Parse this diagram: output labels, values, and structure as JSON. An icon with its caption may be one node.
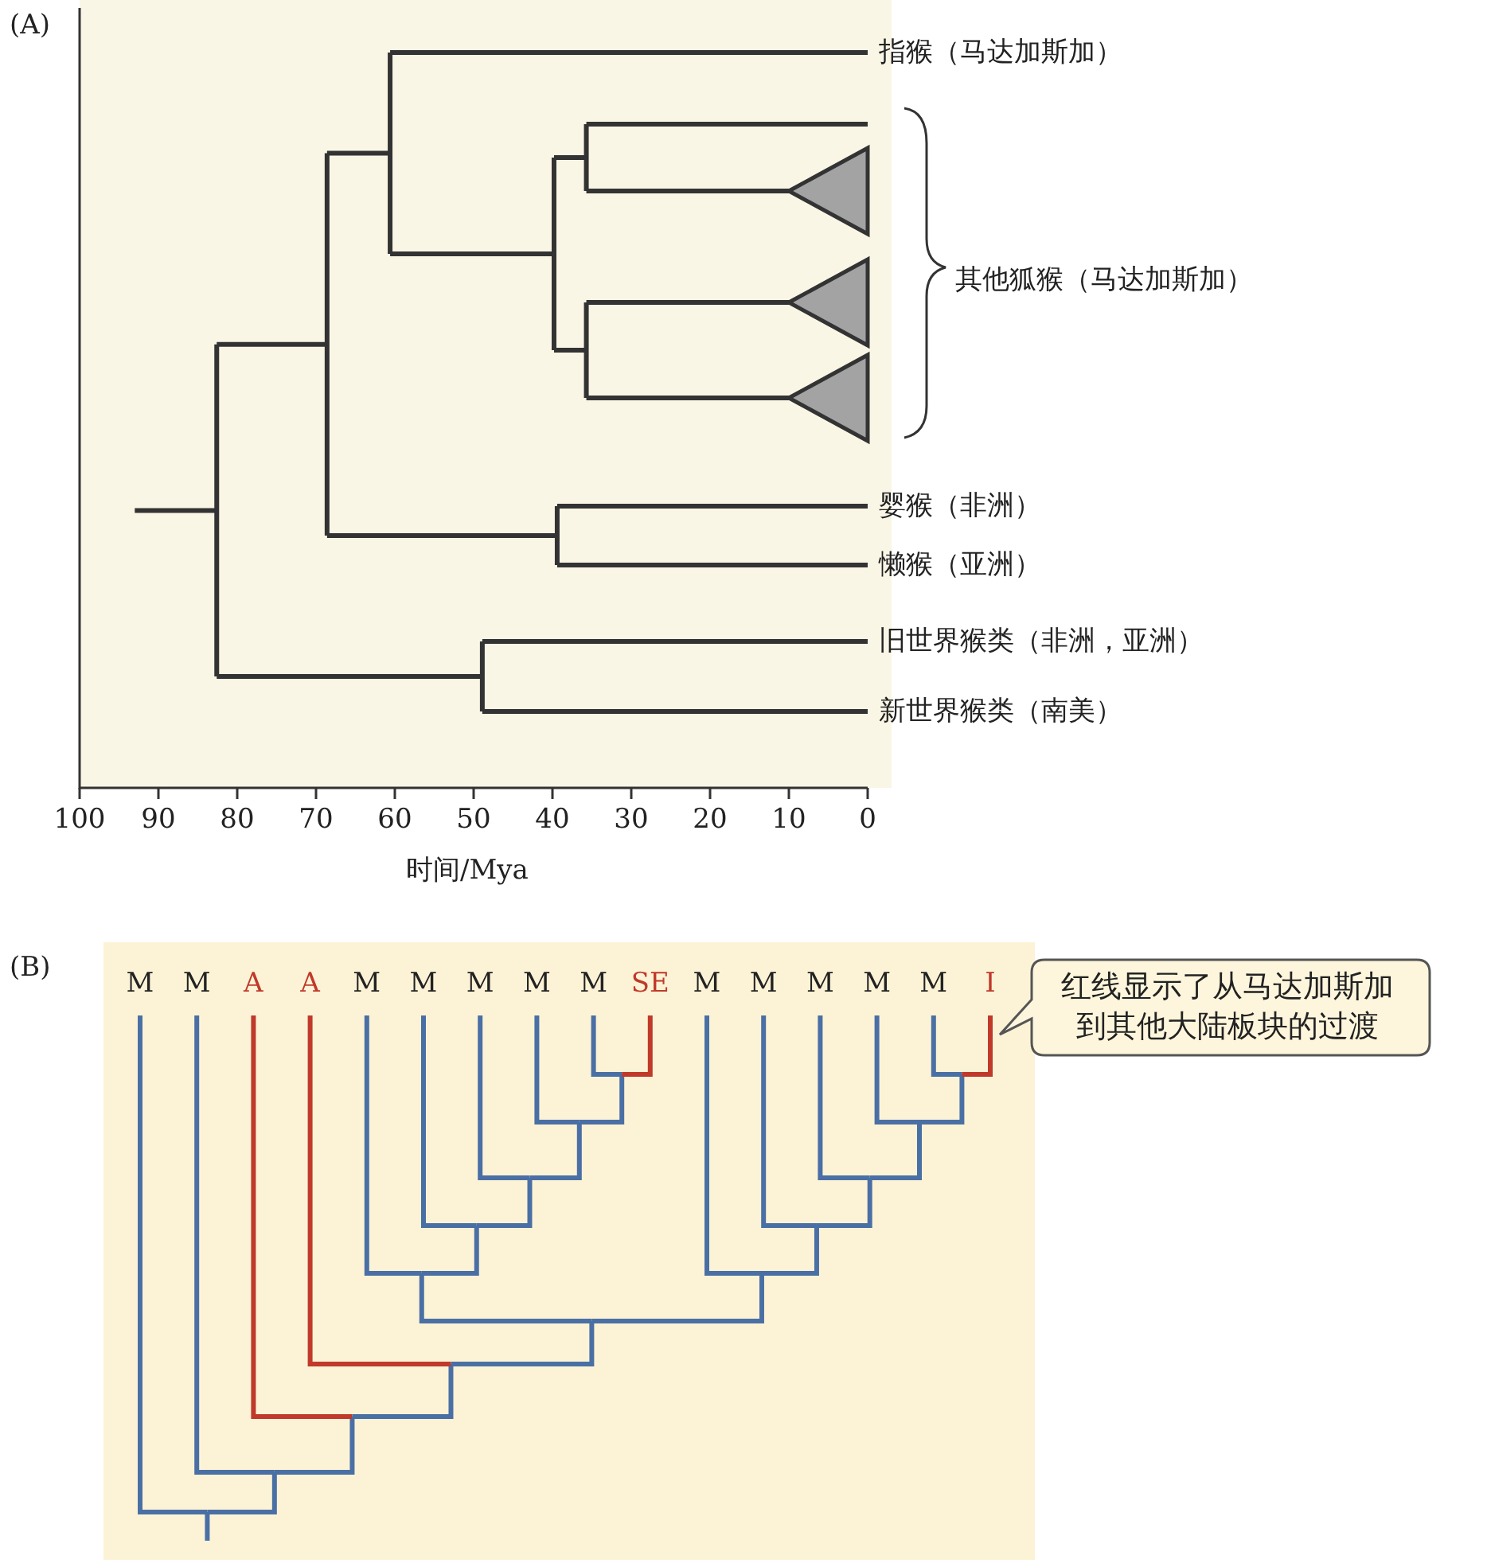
{
  "diagram": {
    "nodes": [
      {
        "text": [
          "红线显示了从马达加斯加到其他大陆板块的过渡"
        ]
      }
    ],
    "labels": [
      "(A)",
      "指猴（马达加斯加）",
      "其他狐猴（马达加斯加）",
      "婴猴（非洲）",
      "懒猴（亚洲）",
      "旧世界猴类（非洲，亚洲）",
      "新世界猴类（南美）",
      "100",
      "90",
      "80",
      "70",
      "60",
      "50",
      "40",
      "30",
      "20",
      "10",
      "0",
      "时间/Mya",
      "(B)",
      "M",
      "M",
      "A",
      "A",
      "M",
      "M",
      "M",
      "M",
      "M",
      "SE",
      "M",
      "M",
      "M",
      "M",
      "M",
      "I"
    ]
  }
}
